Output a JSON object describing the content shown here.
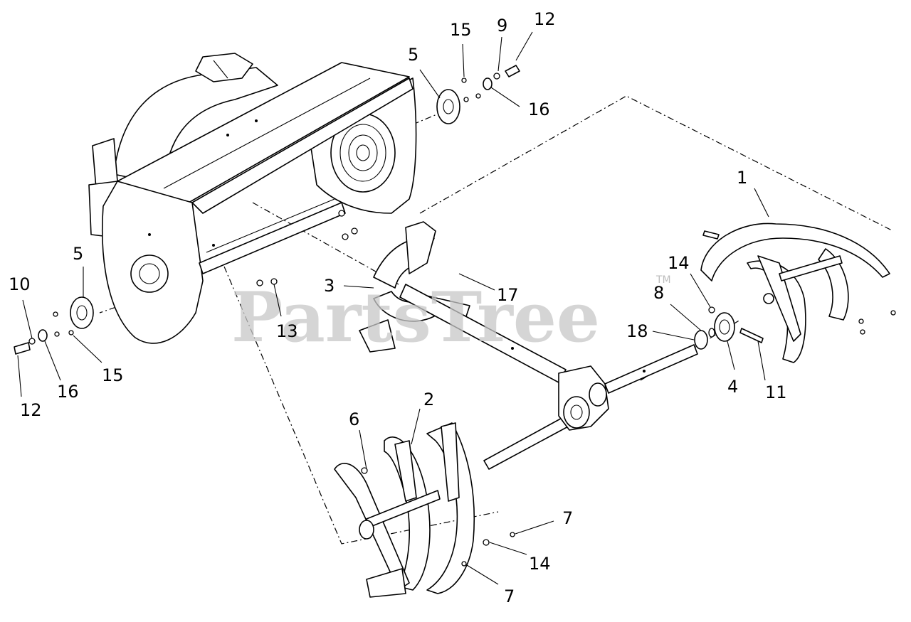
{
  "watermark": {
    "text": "PartsTree",
    "trademark": "TM"
  },
  "callouts": {
    "c1": "1",
    "c2": "2",
    "c3": "3",
    "c4": "4",
    "c5a": "5",
    "c5b": "5",
    "c6": "6",
    "c7a": "7",
    "c7b": "7",
    "c8": "8",
    "c9": "9",
    "c10": "10",
    "c11": "11",
    "c12a": "12",
    "c12b": "12",
    "c13": "13",
    "c14a": "14",
    "c14b": "14",
    "c15a": "15",
    "c15b": "15",
    "c16a": "16",
    "c16b": "16",
    "c17": "17",
    "c18": "18"
  }
}
